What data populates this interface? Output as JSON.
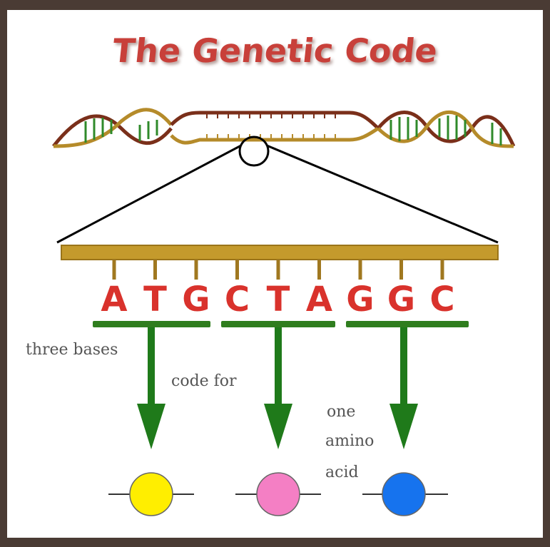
{
  "title": "The Genetic Code",
  "bases": [
    "A",
    "T",
    "G",
    "C",
    "T",
    "A",
    "G",
    "G",
    "C"
  ],
  "captions": {
    "three_bases": "three bases",
    "code_for": "code for",
    "one": "one",
    "amino": "amino",
    "acid": "acid"
  },
  "colors": {
    "title": "#c8403a",
    "base_letters": "#d9322c",
    "backbone": "#c49a2c",
    "codon_bar": "#2f7d1e",
    "arrow": "#1f7a1a",
    "amino_acids": [
      "#ffee00",
      "#f47fc4",
      "#1673ee"
    ]
  },
  "amino_acid_icons": [
    "yellow-circle-icon",
    "pink-circle-icon",
    "blue-circle-icon"
  ]
}
